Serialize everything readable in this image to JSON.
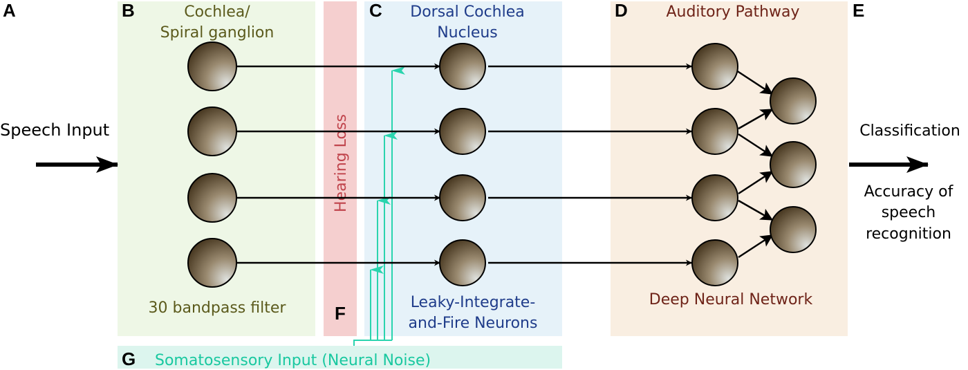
{
  "panels": {
    "a": {
      "letter": "A",
      "label": "Speech Input"
    },
    "b": {
      "letter": "B",
      "title_line1": "Cochlea/",
      "title_line2": "Spiral ganglion",
      "caption": "30 bandpass filter"
    },
    "c": {
      "letter": "C",
      "title_line1": "Dorsal Cochlea",
      "title_line2": "Nucleus",
      "caption_line1": "Leaky-Integrate-",
      "caption_line2": "and-Fire Neurons"
    },
    "d": {
      "letter": "D",
      "title": "Auditory Pathway",
      "caption": "Deep Neural Network"
    },
    "e": {
      "letter": "E",
      "title": "Classification",
      "caption_line1": "Accuracy of",
      "caption_line2": "speech",
      "caption_line3": "recognition"
    },
    "f": {
      "letter": "F",
      "label": "Hearing Loss"
    },
    "g": {
      "letter": "G",
      "label": "Somatosensory Input (Neural Noise)"
    }
  },
  "colors": {
    "cochlea_bg": "#eef7e6",
    "cochlea_text": "#5b5a1c",
    "hearing_loss_bg": "#f5cfcf",
    "hearing_loss_text": "#c0444c",
    "dcn_bg": "#e6f2f9",
    "dcn_text": "#1f3c8a",
    "dnn_bg": "#f9eee1",
    "dnn_text": "#6e2318",
    "noise_bg": "#dcf5ee",
    "noise_text": "#19c8a0",
    "noise_line": "#2ad4ae",
    "neuron_dark": "#4a3a22",
    "neuron_light": "#d9dcd8"
  }
}
